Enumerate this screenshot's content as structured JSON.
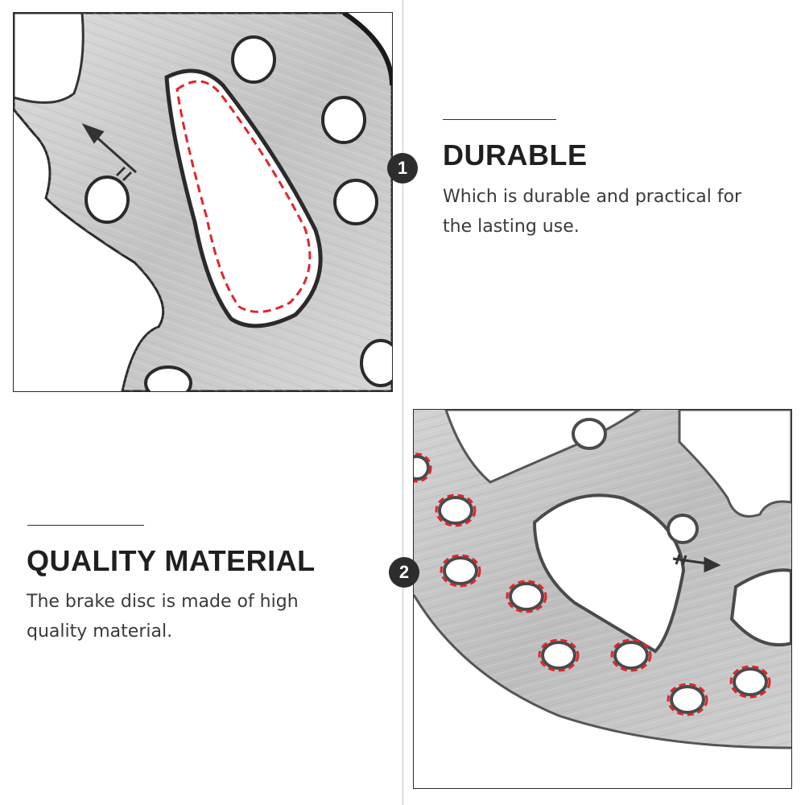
{
  "features": [
    {
      "number": "1",
      "title": "DURABLE",
      "description_lines": [
        "Which is durable and practical for",
        "the lasting use."
      ]
    },
    {
      "number": "2",
      "title": "QUALITY MATERIAL",
      "description_lines": [
        "The brake disc is made of high",
        "quality material."
      ]
    }
  ],
  "colors": {
    "badge": "#2d2d2d",
    "steel": "#c9c9c9",
    "highlight_dash": "#e0262a",
    "heading_text": "#1f1f1f",
    "body_text": "#3a3a3a"
  },
  "images": {
    "closeup_1": "brake-disc-closeup-teardrop-slot",
    "closeup_2": "brake-disc-closeup-vent-holes"
  }
}
